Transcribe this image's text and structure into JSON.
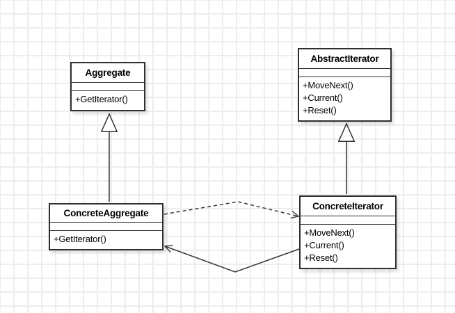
{
  "diagram": {
    "name": "Iterator pattern UML class diagram",
    "line_color": "#333333",
    "grid_color": "#ededed",
    "box_border_color": "#2e2e2e",
    "background_color": "#ffffff"
  },
  "classes": [
    {
      "name": "Aggregate",
      "attributes": [],
      "methods": [
        "+GetIterator()"
      ]
    },
    {
      "name": "AbstractIterator",
      "attributes": [],
      "methods": [
        "+MoveNext()",
        "+Current()",
        "+Reset()"
      ]
    },
    {
      "name": "ConcreteAggregate",
      "attributes": [],
      "methods": [
        "+GetIterator()"
      ]
    },
    {
      "name": "ConcreteIterator",
      "attributes": [],
      "methods": [
        "+MoveNext()",
        "+Current()",
        "+Reset()"
      ]
    }
  ],
  "relationships": [
    {
      "type": "generalization",
      "from": "ConcreteAggregate",
      "to": "Aggregate"
    },
    {
      "type": "generalization",
      "from": "ConcreteIterator",
      "to": "AbstractIterator"
    },
    {
      "type": "dependency-dashed",
      "from": "ConcreteAggregate",
      "to": "ConcreteIterator"
    },
    {
      "type": "association-directed",
      "from": "ConcreteIterator",
      "to": "ConcreteAggregate"
    }
  ]
}
